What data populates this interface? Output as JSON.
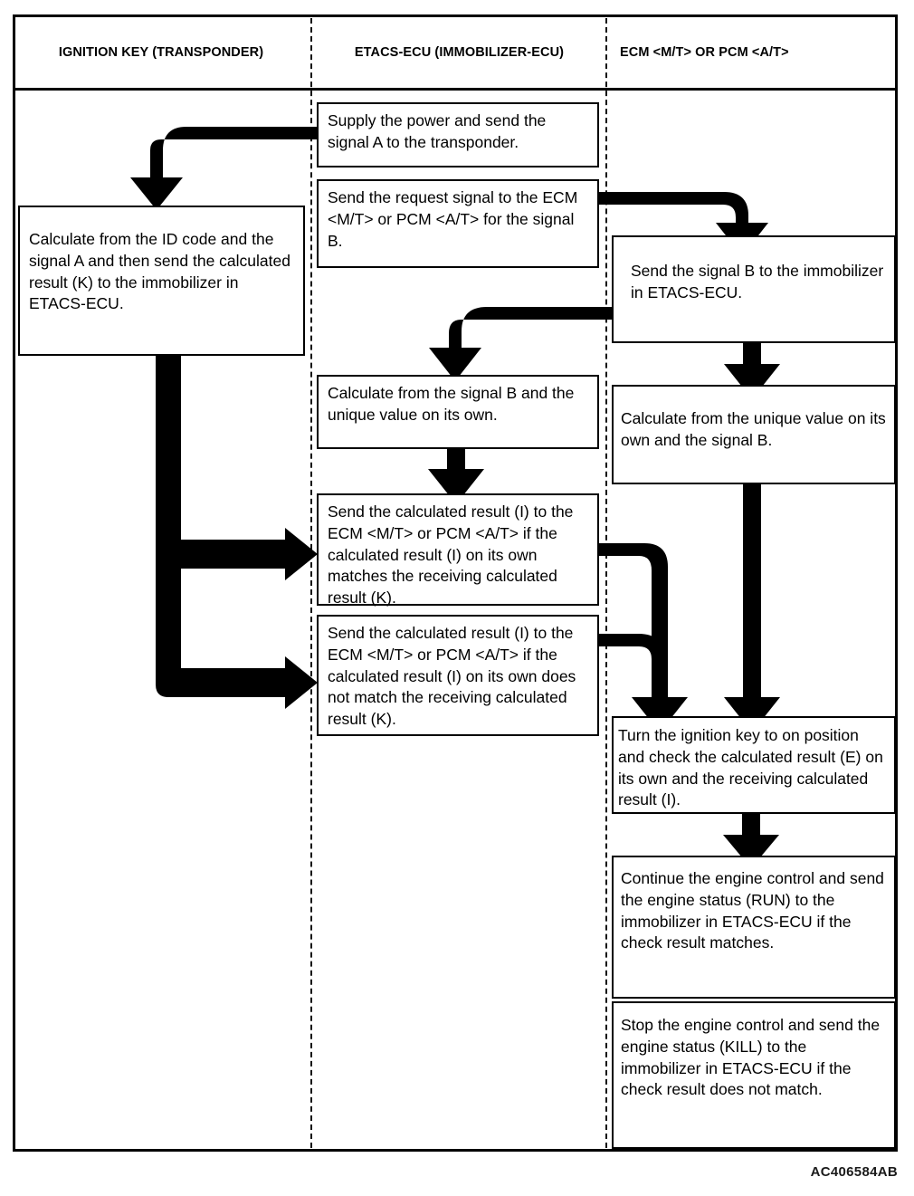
{
  "diagram": {
    "type": "flowchart",
    "reference_code": "AC406584AB",
    "columns": [
      {
        "id": "ignition-key",
        "title": "IGNITION KEY (TRANSPONDER)"
      },
      {
        "id": "etacs-ecu",
        "title": "ETACS-ECU (IMMOBILIZER-ECU)"
      },
      {
        "id": "ecm-pcm",
        "title": "ECM <M/T> OR PCM <A/T>"
      }
    ],
    "boxes": {
      "etacs_supply_power": "Supply the power and send the signal A to the transponder.",
      "etacs_request_signal": "Send the request signal to the ECM <M/T> or PCM <A/T> for the signal B.",
      "key_calculate_id": "Calculate from the ID code and the signal A and then send the calculated result (K) to the immobilizer in ETACS-ECU.",
      "ecm_send_signal_b": "Send the signal B to the immobilizer in ETACS-ECU.",
      "etacs_calculate_b": "Calculate from the signal B and the unique value on its own.",
      "ecm_calculate_unique": "Calculate from the unique value on its own and the signal B.",
      "etacs_send_match": "Send the calculated result (I) to the ECM <M/T> or PCM <A/T> if the calculated result (I) on its own matches the receiving calculated result (K).",
      "etacs_send_nomatch": "Send the calculated result (I) to the ECM <M/T> or PCM <A/T> if the calculated result (I) on its own does not match the receiving calculated result (K).",
      "ecm_turn_key": "Turn the ignition key to on position and check the calculated result (E) on its own and the receiving calculated result (I).",
      "ecm_continue_run": "Continue the engine control and send the engine status (RUN) to the immobilizer in ETACS-ECU if the check result matches.",
      "ecm_stop_kill": "Stop the engine control and send the engine status (KILL) to the immobilizer in ETACS-ECU if the check result does not match."
    },
    "colors": {
      "line": "#000000",
      "arrow": "#000000",
      "background": "#ffffff"
    }
  }
}
